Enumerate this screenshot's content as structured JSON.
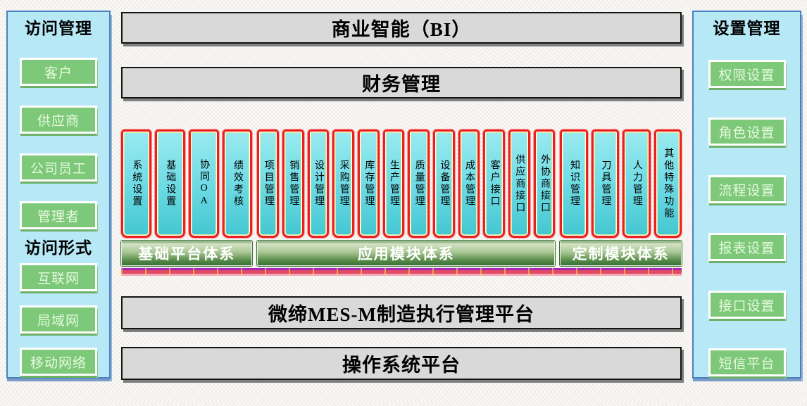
{
  "left_sidebar": {
    "access_title": "访问管理",
    "access_items": [
      "客户",
      "供应商",
      "公司员工",
      "管理者"
    ],
    "form_title": "访问形式",
    "form_items": [
      "互联网",
      "局域网",
      "移动网络"
    ]
  },
  "right_sidebar": {
    "title": "设置管理",
    "items": [
      "权限设置",
      "角色设置",
      "流程设置",
      "报表设置",
      "接口设置",
      "短信平台"
    ]
  },
  "center": {
    "bi_bar": "商业智能（BI）",
    "finance_bar": "财务管理",
    "groups": [
      {
        "label": "基础平台体系",
        "columns": [
          "系统设置",
          "基础设置",
          "协同OA",
          "绩效考核"
        ]
      },
      {
        "label": "应用模块体系",
        "columns": [
          "项目管理",
          "销售管理",
          "设计管理",
          "采购管理",
          "库存管理",
          "生产管理",
          "质量管理",
          "设备管理",
          "成本管理",
          "客户接口",
          "供应商接口",
          "外协商接口"
        ]
      },
      {
        "label": "定制模块体系",
        "columns": [
          "知识管理",
          "刀具管理",
          "人力管理",
          "其他特殊功能"
        ]
      }
    ],
    "mes_bar": "微缔MES-M制造执行管理平台",
    "os_bar": "操作系统平台"
  },
  "colors": {
    "sidebar_bg": "#b7e8f6",
    "sidebar_border": "#4a80c1",
    "button_green": "#7dc979",
    "button_text": "#e6f9de",
    "bar_gray": "#d9d9d9",
    "bar_shadow": "#7f7f7f",
    "column_fill_top": "#9aeaf0",
    "column_fill_bottom": "#43c7d2",
    "column_border": "#e8211d",
    "group_bar_green": "#568c47",
    "stripe_red": "#e04a66",
    "stripe_magenta": "#a428b4"
  }
}
